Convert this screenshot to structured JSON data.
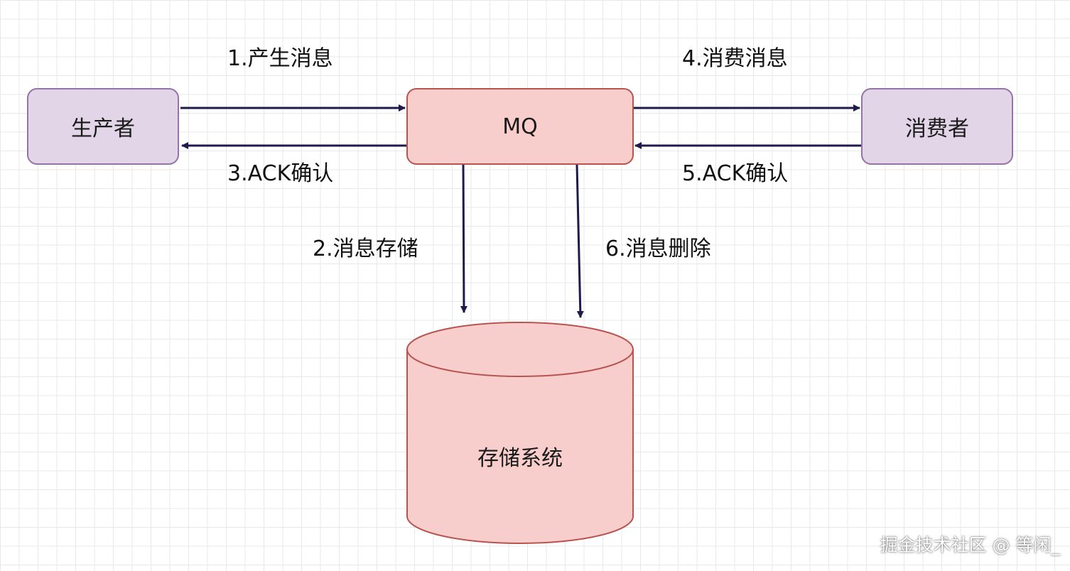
{
  "nodes": {
    "producer": "生产者",
    "mq": "MQ",
    "consumer": "消费者",
    "storage": "存储系统"
  },
  "edges": {
    "produce": "1.产生消息",
    "store": "2.消息存储",
    "ack_producer": "3.ACK确认",
    "consume": "4.消费消息",
    "ack_consumer": "5.ACK确认",
    "delete": "6.消息删除"
  },
  "watermark": "掘金技术社区 @ 等闲_",
  "colors": {
    "node_purple_fill": "#e1d5e7",
    "node_purple_stroke": "#9673a6",
    "node_red_fill": "#f8cecc",
    "node_red_stroke": "#b85450",
    "edge": "#1e1b4b"
  }
}
